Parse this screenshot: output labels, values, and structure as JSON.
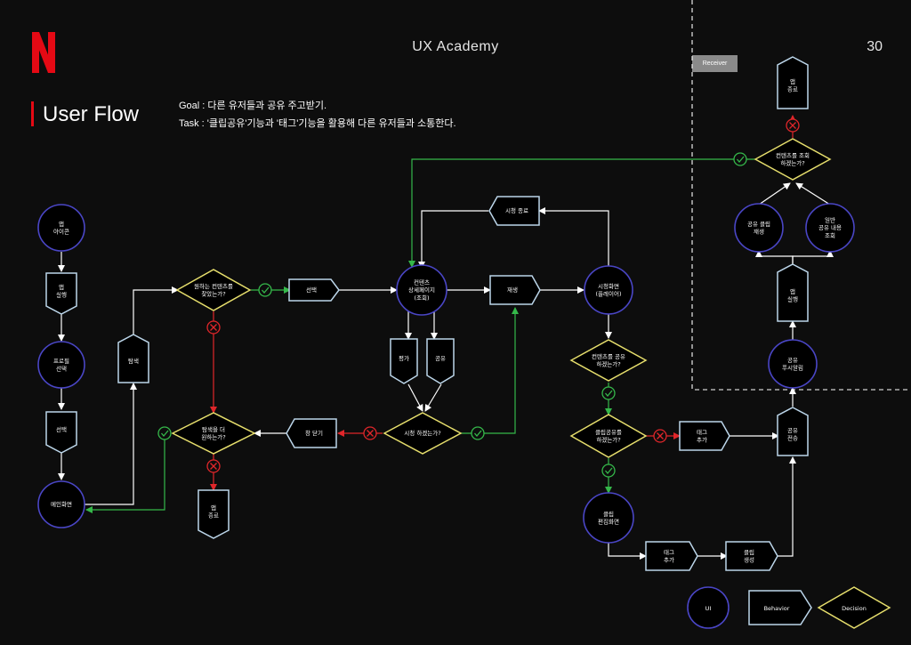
{
  "header": {
    "course": "UX Academy",
    "page_number": "30",
    "section_title": "User Flow",
    "goal": "Goal : 다른 유저들과 공유 주고받기.",
    "task": "Task : '클립공유'기능과 '태그'기능을 활용해 다른 유저들과 소통한다."
  },
  "receiver_label": "Receiver",
  "brand_color": "#e50914",
  "colors": {
    "ui": "#4a46c6",
    "behavior": "#bcd6ea",
    "decision": "#e6de6c",
    "yes": "#35b84a",
    "no": "#e0262a",
    "line": "#ffffff"
  },
  "nodes": {
    "app_icon": [
      "앱",
      "아이콘"
    ],
    "app_run_left": [
      "앱",
      "실행"
    ],
    "profile_select": [
      "프로필",
      "선택"
    ],
    "select_left": [
      "선택"
    ],
    "main_screen": [
      "메인화면"
    ],
    "explore": [
      "탐색"
    ],
    "found_content": [
      "원하는 컨텐츠를",
      "찾았는가?"
    ],
    "select_mid": [
      "선택"
    ],
    "want_more": [
      "탐색을 더",
      "원하는가?"
    ],
    "app_exit_left": [
      "앱",
      "종료"
    ],
    "close_window": [
      "창 닫기"
    ],
    "content_detail": [
      "컨텐츠",
      "상세페이지",
      "(조회)"
    ],
    "rate": [
      "평가"
    ],
    "share": [
      "공유"
    ],
    "watch_q": [
      "시청 하겠는가?"
    ],
    "watch_end": [
      "시청 종료"
    ],
    "play": [
      "재생"
    ],
    "watch_screen": [
      "시청화면",
      "(플레이어)"
    ],
    "share_content_q": [
      "컨텐츠를 공유",
      "하겠는가?"
    ],
    "clip_share_q": [
      "클립공유를",
      "하겠는가?"
    ],
    "tag_add_right": [
      "태그",
      "추가"
    ],
    "clip_edit": [
      "클립",
      "편집화면"
    ],
    "tag_add_bottom": [
      "태그",
      "추가"
    ],
    "clip_create": [
      "클립",
      "생성"
    ],
    "share_send": [
      "공유",
      "전송"
    ],
    "share_push": [
      "공유",
      "푸시알림"
    ],
    "app_run_right": [
      "앱",
      "실행"
    ],
    "clip_play": [
      "공유 클립",
      "재생"
    ],
    "normal_view": [
      "일반",
      "공유 내용",
      "조회"
    ],
    "view_content_q": [
      "컨텐츠를 조회",
      "하겠는가?"
    ],
    "app_exit_right": [
      "앱",
      "종료"
    ]
  },
  "legend": {
    "ui": "UI",
    "behavior": "Behavior",
    "decision": "Decision"
  }
}
